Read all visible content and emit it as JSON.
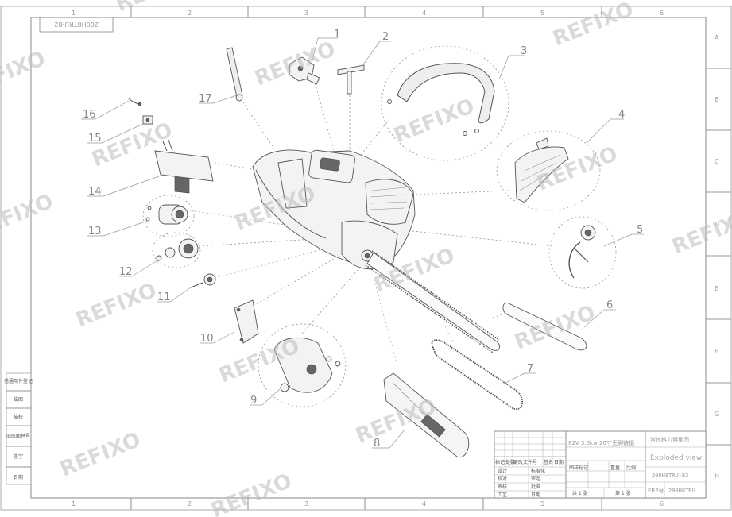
{
  "sheet": {
    "stamp_code": "200H8TRU-B2",
    "column_markers": [
      "1",
      "2",
      "3",
      "4",
      "5",
      "6"
    ],
    "row_markers": [
      "A",
      "B",
      "C",
      "D",
      "E",
      "F",
      "G",
      "H"
    ]
  },
  "watermark": "REFIXO",
  "callouts": [
    "1",
    "2",
    "3",
    "4",
    "5",
    "6",
    "7",
    "8",
    "9",
    "10",
    "11",
    "12",
    "13",
    "14",
    "15",
    "16",
    "17"
  ],
  "side_labels": [
    "借通用件登记",
    "描图",
    "描校",
    "旧底图总号",
    "签字",
    "日期"
  ],
  "title_block": {
    "revision_headers": {
      "mark": "标记",
      "count": "处数",
      "change_doc": "更改文件号",
      "signature": "签名",
      "date": "日期"
    },
    "roles": [
      {
        "left": "设计",
        "right": "标准化"
      },
      {
        "left": "校对",
        "right": "审定"
      },
      {
        "left": "审核",
        "right": "批准"
      },
      {
        "left": "工艺",
        "right": "日期"
      }
    ],
    "product_name": "82V 3.6kw 20寸无刷链锯",
    "company": "常州格力博集团",
    "drawing_title": "Exploded view",
    "drawing_number": "200H8TRU-B2",
    "stage_mark_label": "图样标记",
    "weight_label": "重量",
    "scale_label": "比例",
    "sheet_count": "共 1 张",
    "sheet_no": "第 1 张",
    "erp_label": "ERP号",
    "erp_number": "200H8TRU"
  }
}
